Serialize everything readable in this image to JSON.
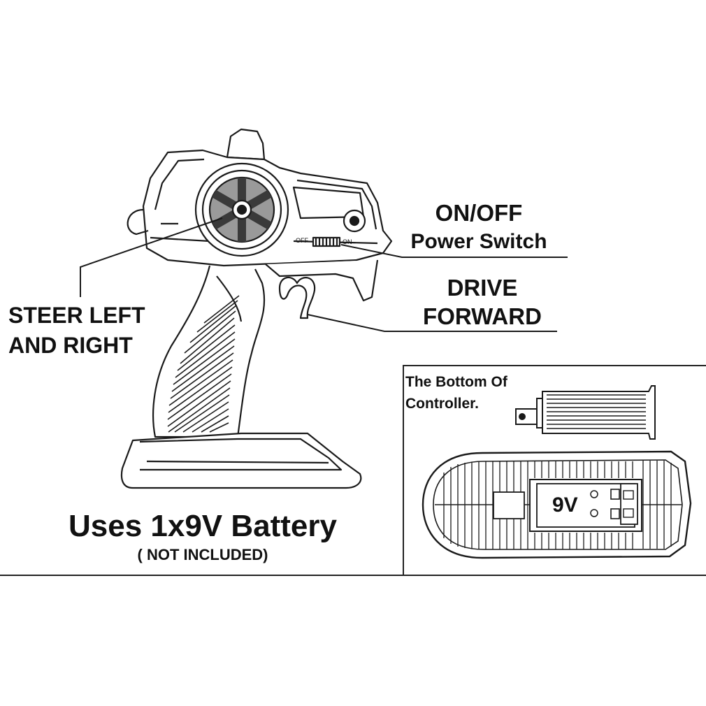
{
  "labels": {
    "on_off": "ON/OFF",
    "power_switch": "Power Switch",
    "drive": "DRIVE",
    "forward": "FORWARD",
    "steer_1": "STEER LEFT",
    "steer_2": "AND RIGHT",
    "uses": "Uses 1x9V Battery",
    "not_included": "( NOT INCLUDED)",
    "bottom_1": "The Bottom Of",
    "bottom_2": "Controller.",
    "switch_off": "OFF",
    "switch_on": "ON",
    "battery": "9V"
  },
  "colors": {
    "ink": "#1a1a1a",
    "wheel_fill": "#7a7a7a",
    "background": "#ffffff"
  }
}
